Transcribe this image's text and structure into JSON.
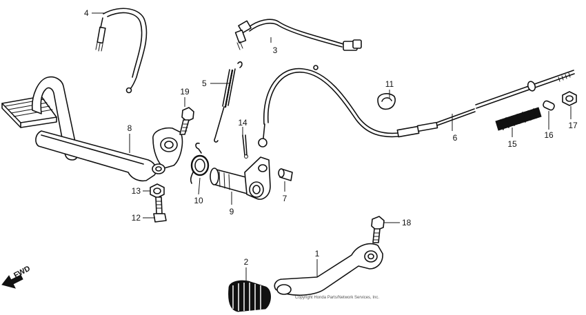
{
  "callouts": [
    {
      "id": "1",
      "text": "1"
    },
    {
      "id": "2",
      "text": "2"
    },
    {
      "id": "3",
      "text": "3"
    },
    {
      "id": "4",
      "text": "4"
    },
    {
      "id": "5",
      "text": "5"
    },
    {
      "id": "6",
      "text": "6"
    },
    {
      "id": "7",
      "text": "7"
    },
    {
      "id": "8",
      "text": "8"
    },
    {
      "id": "9",
      "text": "9"
    },
    {
      "id": "10",
      "text": "10"
    },
    {
      "id": "11",
      "text": "11"
    },
    {
      "id": "12",
      "text": "12"
    },
    {
      "id": "13",
      "text": "13"
    },
    {
      "id": "14",
      "text": "14"
    },
    {
      "id": "15",
      "text": "15"
    },
    {
      "id": "16",
      "text": "16"
    },
    {
      "id": "17",
      "text": "17"
    },
    {
      "id": "18",
      "text": "18"
    },
    {
      "id": "19",
      "text": "19"
    }
  ],
  "direction_label": "FWD",
  "copyright": "Copyright Honda Parts/Network Services, Inc."
}
